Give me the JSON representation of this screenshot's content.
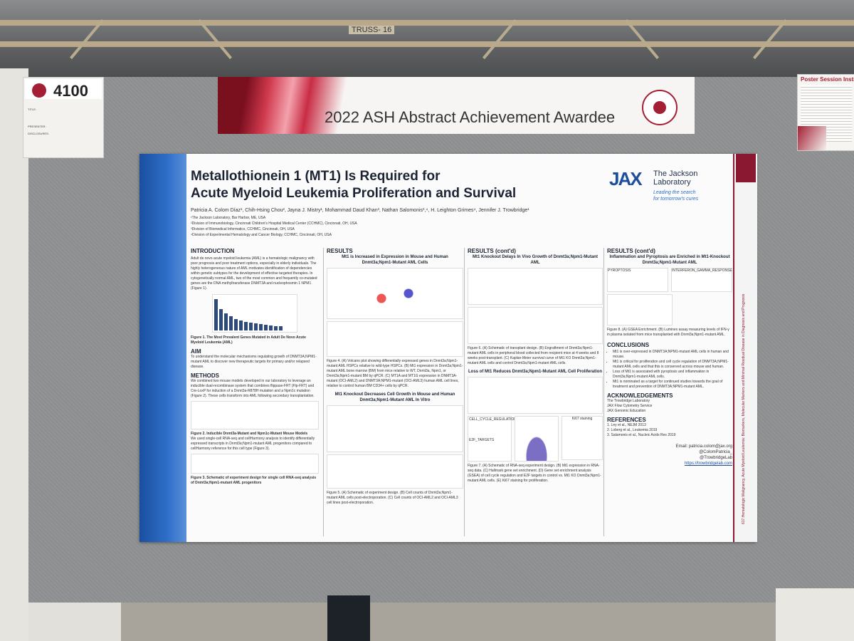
{
  "hall": {
    "truss_sign": "TRUSS- 16"
  },
  "board_number": {
    "number": "4100",
    "fields": [
      "TITLE:",
      "PRESENTER:",
      "DISCLOSURES:"
    ]
  },
  "award_banner": {
    "title": "2022 ASH Abstract Achievement Awardee"
  },
  "instructions_card": {
    "title": "Poster Session Instru"
  },
  "poster": {
    "title_line1": "Metallothionein 1 (MT1) Is Required for",
    "title_line2": "Acute Myeloid Leukemia Proliferation and Survival",
    "institution": {
      "name_line1": "The Jackson",
      "name_line2": "Laboratory",
      "tagline_line1": "Leading the search",
      "tagline_line2": "for tomorrow's cures"
    },
    "authors": "Patricia A. Colom Díaz¹, Chih-Hsing Chou², Jayna J. Mistry¹, Mohammad Daud Khan³, Nathan Salomonis³,⁴, H. Leighton Grimes⁴, Jennifer J. Trowbridge¹",
    "affiliations": [
      "¹The Jackson Laboratory, Bar Harbor, ME, USA",
      "²Division of Immunobiology, Cincinnati Children's Hospital Medical Center (CCHMC), Cincinnati, OH, USA",
      "³Division of Biomedical Informatics, CCHMC, Cincinnati, OH, USA",
      "⁴Division of Experimental Hematology and Cancer Biology, CCHMC, Cincinnati, OH, USA"
    ],
    "col1": {
      "intro_heading": "INTRODUCTION",
      "intro_text": "Adult de novo acute myeloid leukemia (AML) is a hematologic malignancy with poor prognosis and poor treatment options, especially in elderly individuals. The highly heterogeneous nature of AML motivates identification of dependencies within genetic subtypes for the development of effective targeted therapies. In cytogenetically normal AML, two of the most common and frequently co-mutated genes are the DNA methyltransferase DNMT3A and nucleophosmin 1 NPM1 (Figure 1).",
      "fig1_caption": "Figure 1. The Most Prevalent Genes Mutated in Adult De Novo Acute Myeloid Leukemia (AML)",
      "aim_heading": "AIM",
      "aim_text": "To understand the molecular mechanisms regulating growth of DNMT3A;NPM1-mutant AML to discover new therapeutic targets for primary and/or relapsed disease.",
      "methods_heading": "METHODS",
      "methods_text": "We combined two mouse models developed in our laboratory to leverage an inducible dual-recombinase system that combines flippase-FRT (Flp-FRT) and Cre-LoxP for induction of a Dnmt3a-R878H mutation and a Npm1c mutation (Figure 2). These cells transform into AML following secondary transplantation.",
      "fig2_caption": "Figure 2. Inducible Dnmt3a-Mutant and Npm1c-Mutant Mouse Models",
      "methods_text2": "We used single-cell RNA-seq and cellHarmony analysis to identify differentially expressed transcripts in Dnmt3a;Npm1-mutant AML progenitors compared to cellHarmony reference for this cell type (Figure 3).",
      "fig3_caption": "Figure 3. Schematic of experiment design for single cell RNA-seq analysis of Dnmt3a;Npm1-mutant AML progenitors"
    },
    "col2": {
      "heading": "RESULTS",
      "sub1": "Mt1 is Increased in Expression in Mouse and Human Dnmt3a;Npm1-Mutant AML Cells",
      "fig4_caption": "Figure 4. (A) Volcano plot showing differentially expressed genes in Dnmt3a;Npm1-mutant AML HSPCs relative to wild-type HSPCs. (B) Mt1 expression in Dnmt3a;Npm1-mutant AML bone marrow (BM) from mice relative to WT, Dnmt3a, Npm1, or Dnmt3a;Npm1-mutant BM by qPCR. (C) MT1A and MT1G expression in DNMT3A-mutant (OCI-AML2) and DNMT3A;NPM1-mutant (OCI-AML3) human AML cell lines, relative to control human BM CD34+ cells by qPCR.",
      "sub2": "Mt1 Knockout Decreases Cell Growth in Mouse and Human Dnmt3a;Npm1-Mutant AML In Vitro",
      "fig5_caption": "Figure 5. (A) Schematic of experiment design. (B) Cell counts of Dnmt3a;Npm1-mutant AML cells post-electroporation. (C) Cell counts of OCI-AML2 and OCI-AML3 cell lines post-electroporation."
    },
    "col3": {
      "heading": "RESULTS (cont'd)",
      "sub1": "Mt1 Knockout Delays In Vivo Growth of Dnmt3a;Npm1-Mutant AML",
      "fig6_caption": "Figure 6. (A) Schematic of transplant design. (B) Engraftment of Dnmt3a;Npm1-mutant AML cells in peripheral blood collected from recipient mice at 4 weeks and 8 weeks post-transplant. (C) Kaplan-Meier survival curve of Mt1 KO Dnmt3a;Npm1-mutant AML cells and control Dnmt3a;Npm1-mutant AML cells.",
      "sub2": "Loss of Mt1 Reduces Dnmt3a;Npm1-Mutant AML Cell Proliferation",
      "gsea_labels": [
        "CELL_CYCLE_REGULATION",
        "E2F_TARGETS"
      ],
      "ki67": "Ki67 staining",
      "fig7_caption": "Figure 7. (A) Schematic of RNA-seq experiment design. (B) Mt1 expression in RNA-seq data. (C) Hallmark gene set enrichment. (D) Gene set enrichment analysis (GSEA) of cell cycle regulation and E2F targets in control vs. Mt1 KO Dnmt3a;Npm1-mutant AML cells. (E) Ki67 staining for proliferation."
    },
    "col4": {
      "heading": "RESULTS (cont'd)",
      "sub1": "Inflammation and Pyroptosis are Enriched in Mt1-Knockout Dnmt3a;Npm1-Mutant AML",
      "gsea_labels": [
        "PYROPTOSIS",
        "INTERFERON_GAMMA_RESPONSE"
      ],
      "fig8_caption": "Figure 8. (A) GSEA Enrichment. (B) Luminex assay measuring levels of IFN-γ in plasma isolated from mice transplanted with Dnmt3a;Npm1-mutant AML.",
      "conclusions_heading": "CONCLUSIONS",
      "conclusions": [
        "Mt1 is over-expressed in DNMT3A;NPM1-mutant AML cells in human and mouse.",
        "Mt1 is critical for proliferation and cell cycle regulation of DNMT3A;NPM1-mutant AML cells and that this is conserved across mouse and human.",
        "Loss of Mt1 is associated with pyroptosis and inflammation in Dnmt3a;Npm1-mutant AML cells.",
        "Mt1 is nominated as a target for continued studies towards the goal of treatment and prevention of DNMT3A;NPM1-mutant AML."
      ],
      "ack_heading": "ACKNOWLEDGEMENTS",
      "acknowledgements": [
        "The Trowbridge Laboratory",
        "JAX Flow Cytometry Service",
        "JAX Genomic Education"
      ],
      "refs_heading": "REFERENCES",
      "references": [
        "1. Ley et al., NEJM 2013",
        "2. Loberg et al., Leukemia 2019",
        "3. Salamonis et al., Nucleic Acids Res 2019"
      ],
      "email": "Email: patricia.colom@jax.org",
      "twitter1": "@ColomPatricia_",
      "twitter2": "@TrowbridgeLab",
      "website": "https://trowbridgelab.com"
    },
    "sidebar_text": "617.Hematologic Malignancy, Acute Myeloid Leukemia: Biomarkers, Molecular Markers and Minimal Residual Disease in Diagnosis and Prognosis",
    "colors": {
      "jax_blue": "#1d4f9c",
      "ash_red": "#8a1830",
      "poster_band": "#2f6fc9"
    }
  }
}
